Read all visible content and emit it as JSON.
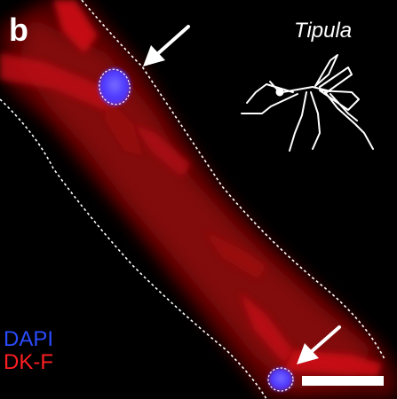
{
  "figure": {
    "panel_label": "b",
    "species_label": "Tipula",
    "legend": [
      {
        "label": "DAPI",
        "color": "#2a4bff"
      },
      {
        "label": "DK-F",
        "color": "#ff1e24"
      }
    ],
    "colors": {
      "background": "#000000",
      "dkf_signal": "#ff1e24",
      "dapi_signal": "#4a3dff",
      "annotation": "#ffffff"
    },
    "icons": [
      "insect-silhouette-icon",
      "arrow-icon"
    ]
  }
}
